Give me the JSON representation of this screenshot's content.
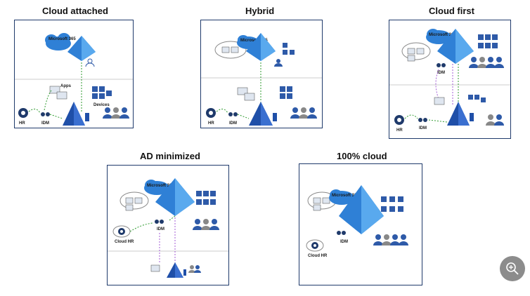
{
  "panels": [
    {
      "title": "Cloud attached",
      "labels": {
        "m365": "Microsoft 365",
        "apps": "Apps",
        "devices": "Devices",
        "hr": "HR",
        "idm": "IDM"
      }
    },
    {
      "title": "Hybrid",
      "labels": {
        "m365": "Microsoft 365",
        "hr": "HR",
        "idm": "IDM"
      }
    },
    {
      "title": "Cloud first",
      "labels": {
        "m365": "Microsoft 365",
        "hr": "HR",
        "idm": "IDM"
      }
    },
    {
      "title": "AD minimized",
      "labels": {
        "m365": "Microsoft 365",
        "hr": "Cloud HR",
        "idm": "IDM"
      }
    },
    {
      "title": "100% cloud",
      "labels": {
        "m365": "Microsoft 365",
        "hr": "Cloud HR",
        "idm": "IDM"
      }
    }
  ],
  "zoom_icon": "zoom-in-icon",
  "colors": {
    "azure": "#2f80d6",
    "ad_blue": "#1f4fa8",
    "arrow_green": "#2e9a2e",
    "arrow_purple": "#a35bd6",
    "users": "#2e5aa8",
    "border": "#1f3a6b"
  }
}
